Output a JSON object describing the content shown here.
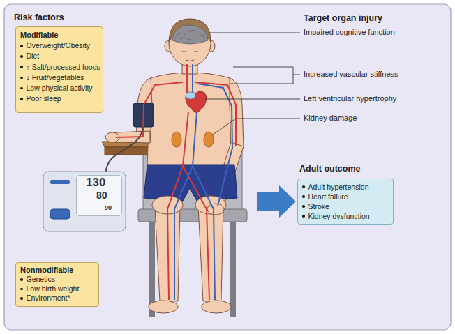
{
  "diagram": {
    "nodes": [
      {
        "text": [
          "Modifiable",
          "Overweight/Obesity",
          "Diet",
          "↑ Salt/processed foods",
          "↓ Fruit/vegetables",
          "Low physical activity",
          "Poor sleep"
        ]
      },
      {
        "text": [
          "Nonmodifiable",
          "Genetics",
          "Low birth weight",
          "Environment*"
        ]
      },
      {
        "text": [
          "Adult outcome",
          "Adult hypertension",
          "Heart failure",
          "Stroke",
          "Kidney dysfunction"
        ]
      }
    ],
    "labels": [
      "Risk factors",
      "Target organ injury",
      "Impaired cognitive function",
      "Increased vascular stiffness",
      "Left ventricular hypertrophy",
      "Kidney damage",
      "130",
      "80",
      "90"
    ]
  }
}
